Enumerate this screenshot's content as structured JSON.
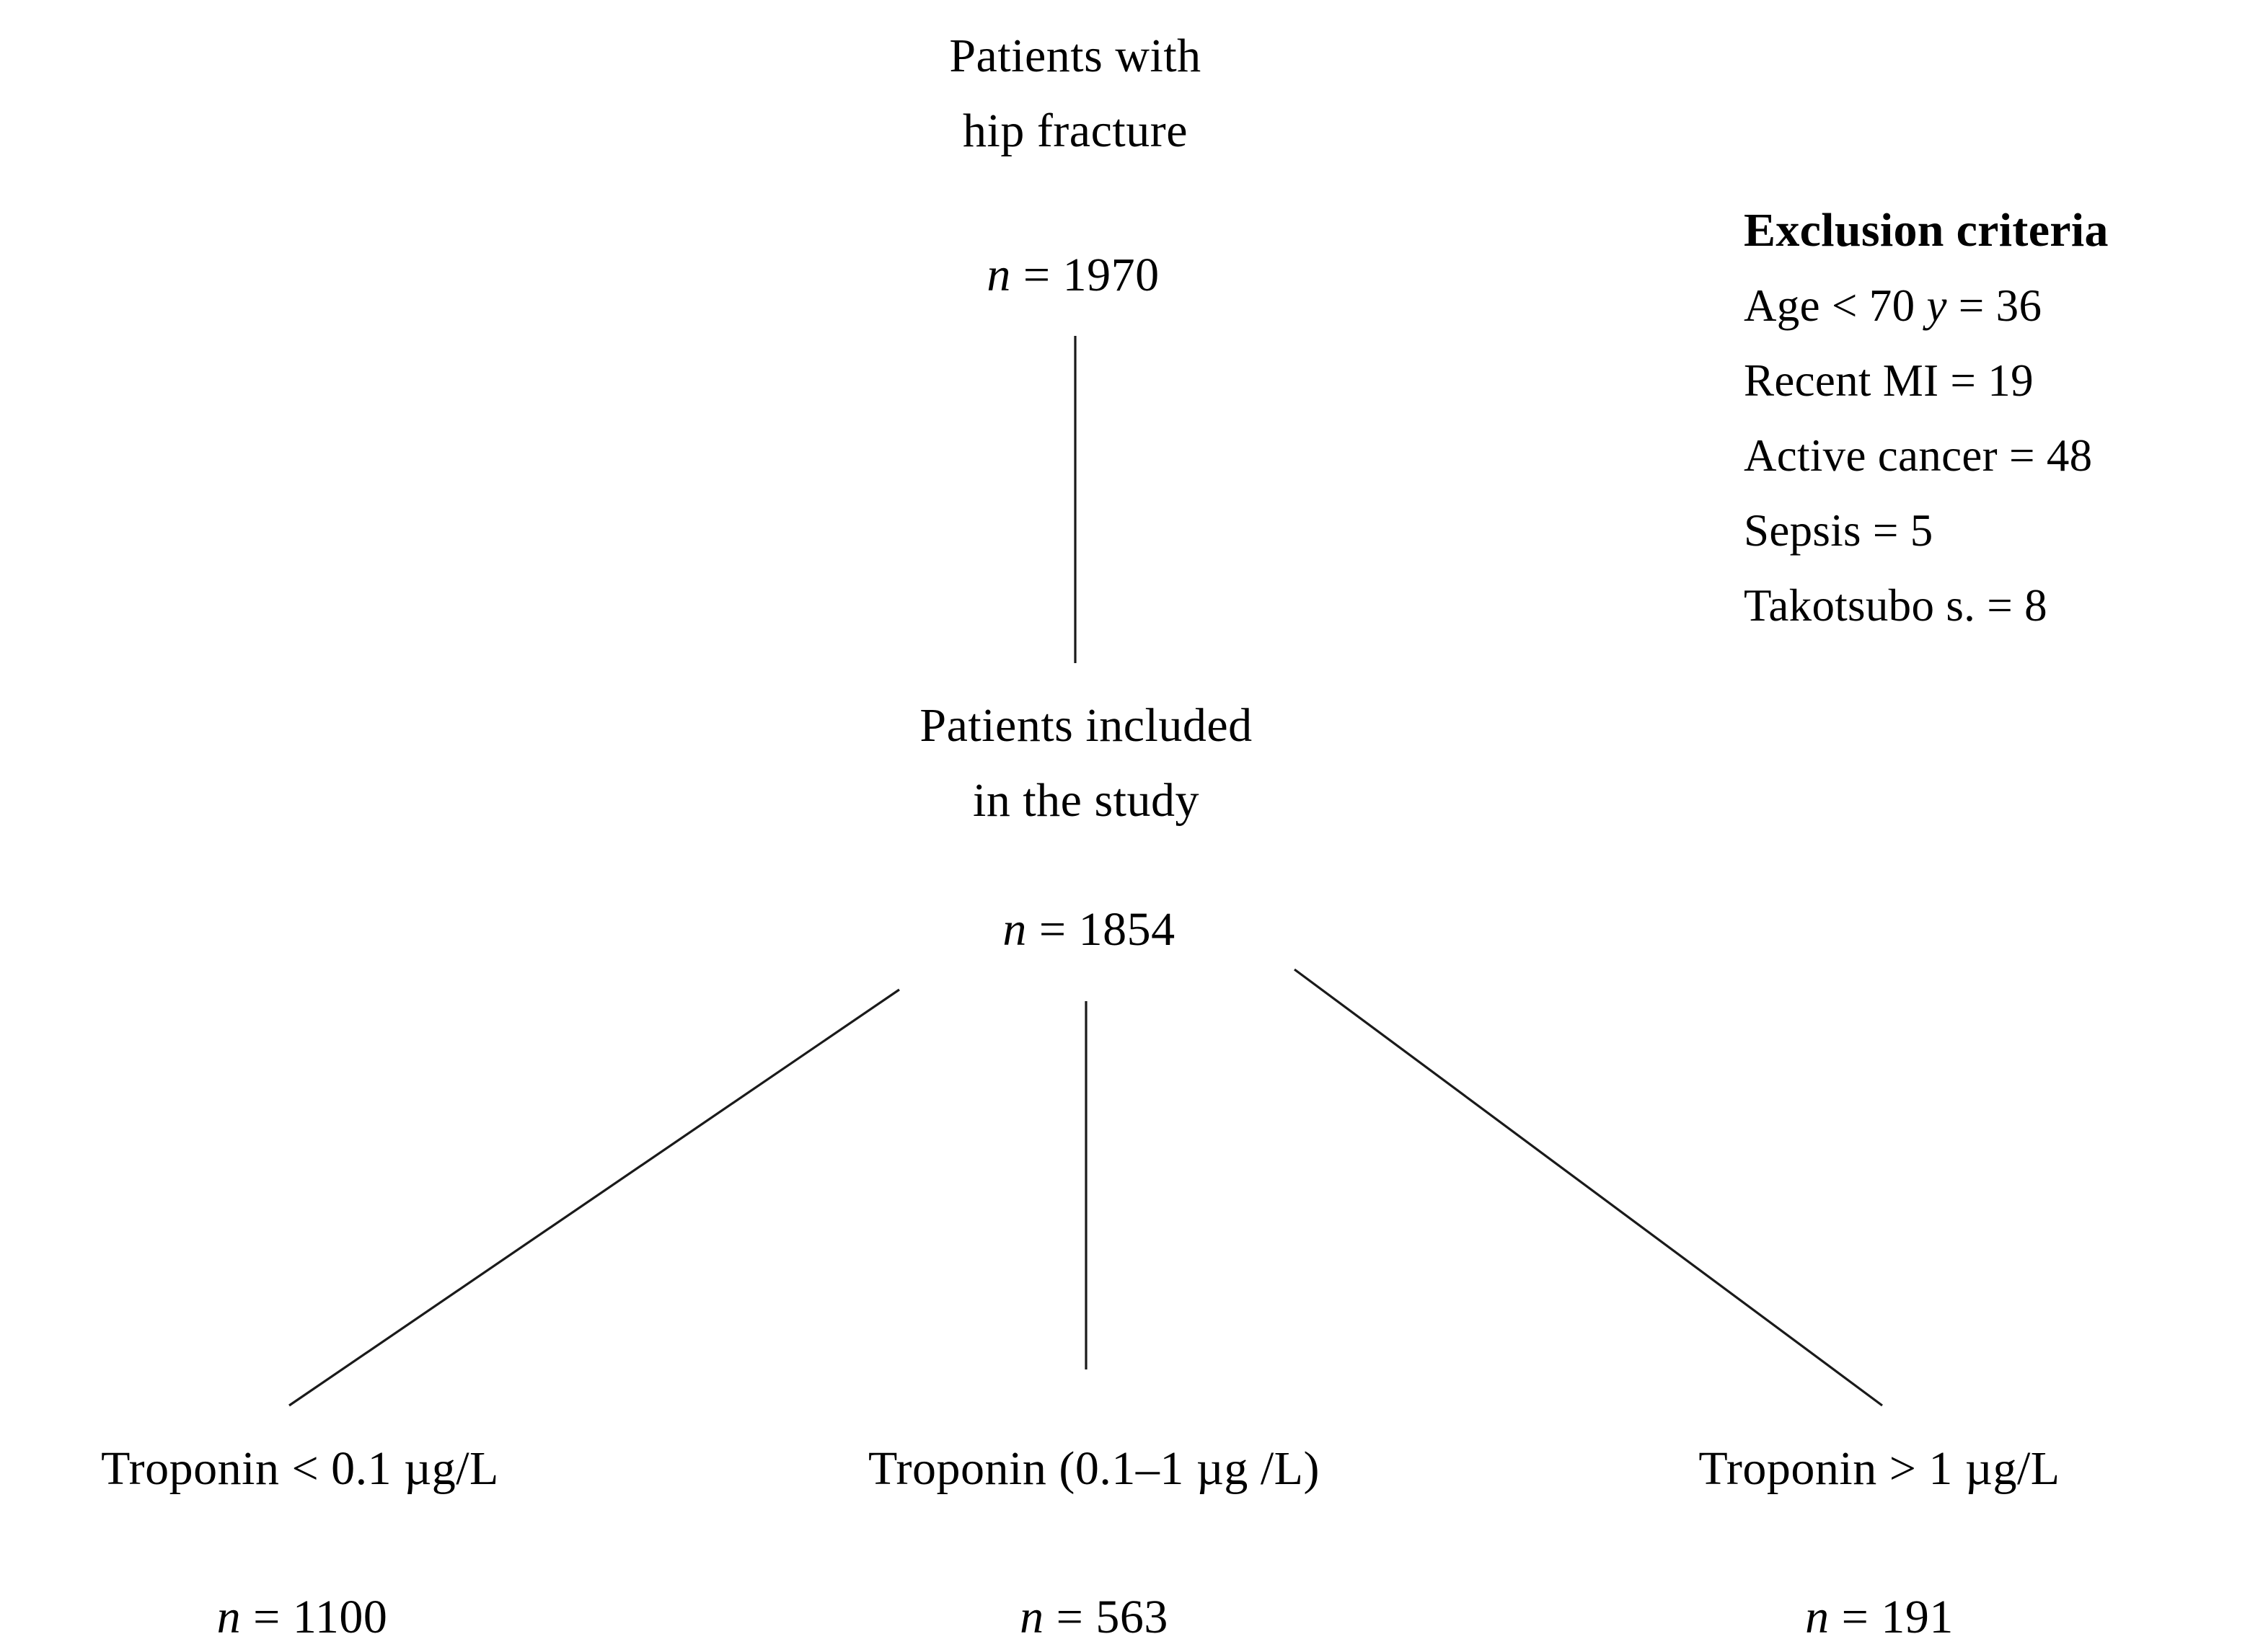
{
  "page": {
    "background": "#ffffff",
    "text_color": "#010101",
    "line_color": "#1a1a1a"
  },
  "flowchart": {
    "top": {
      "label_line1": "Patients with",
      "label_line2": "hip fracture",
      "n_symbol": "n",
      "count": "= 1970"
    },
    "exclusion": {
      "title": "Exclusion criteria",
      "items": [
        {
          "pre": "Age < 70 ",
          "it": "y",
          "post": " = 36"
        },
        {
          "pre": "Recent MI = 19",
          "it": "",
          "post": ""
        },
        {
          "pre": "Active cancer = 48",
          "it": "",
          "post": ""
        },
        {
          "pre": "Sepsis = 5",
          "it": "",
          "post": ""
        },
        {
          "pre": "Takotsubo s. = 8",
          "it": "",
          "post": ""
        }
      ]
    },
    "middle": {
      "label_line1": "Patients included",
      "label_line2": "in the study",
      "n_symbol": "n",
      "count": "= 1854"
    },
    "branches": [
      {
        "label": "Troponin < 0.1 µg/L",
        "n_symbol": "n",
        "count": "= 1100"
      },
      {
        "label": "Troponin (0.1–1 µg /L)",
        "n_symbol": "n",
        "count": "= 563"
      },
      {
        "label": "Troponin > 1 µg/L",
        "n_symbol": "n",
        "count": "= 191"
      }
    ]
  }
}
